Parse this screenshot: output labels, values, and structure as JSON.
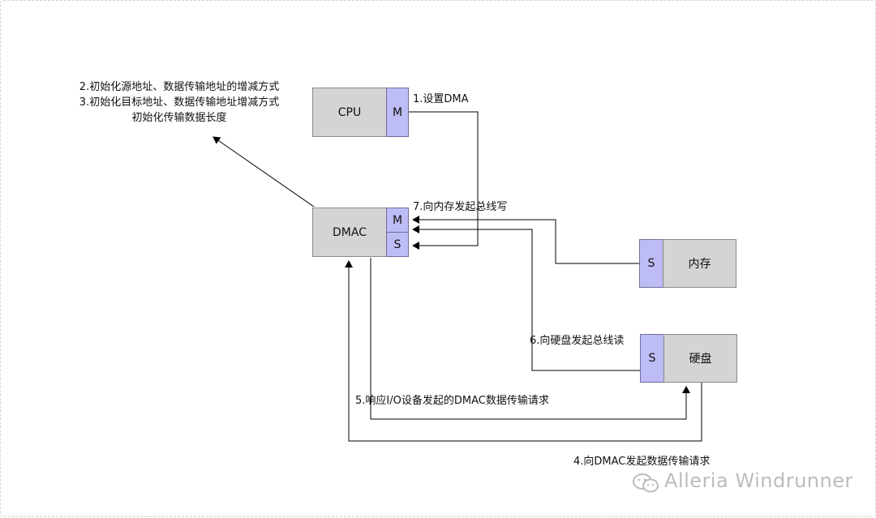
{
  "nodes": {
    "cpu": {
      "label": "CPU",
      "port": "M"
    },
    "dmac": {
      "label": "DMAC",
      "port_m": "M",
      "port_s": "S"
    },
    "memory": {
      "label": "内存",
      "port": "S"
    },
    "disk": {
      "label": "硬盘",
      "port": "S"
    }
  },
  "notes": [
    "2.初始化源地址、数据传输地址的增减方式",
    "3.初始化目标地址、数据传输地址增减方式",
    "初始化传输数据长度"
  ],
  "steps": {
    "step1": "1.设置DMA",
    "step4": "4.向DMAC发起数据传输请求",
    "step5": "5.响应I/O设备发起的DMAC数据传输请求",
    "step6": "6.向硬盘发起总线读",
    "step7": "7.向内存发起总线写"
  },
  "watermark": "Alleria Windrunner",
  "colors": {
    "box": "#d4d4d4",
    "port": "#bdbcf5",
    "line": "#000000"
  }
}
